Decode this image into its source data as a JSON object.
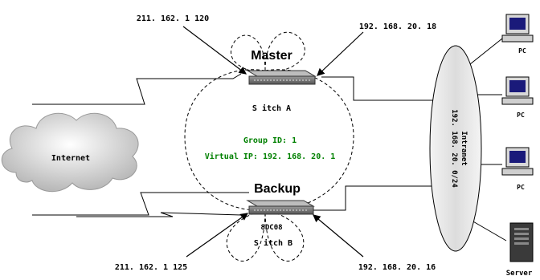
{
  "labels": {
    "master_wan_ip": "211. 162. 1 120",
    "master_lan_ip": "192. 168. 20. 18",
    "master_title": "Master",
    "switch_a": "S itch A",
    "group_id": "Group ID: 1",
    "virtual_ip": "Virtual IP: 192. 168. 20. 1",
    "backup_title": "Backup",
    "backup_device": "8DC08",
    "switch_b": "S itch B",
    "backup_wan_ip": "211. 162. 1 125",
    "backup_lan_ip": "192. 168. 20. 16",
    "internet": "Internet",
    "intranet_name": "Intranet",
    "intranet_subnet": "192. 168. 20. 0/24",
    "pc1": "PC",
    "pc2": "PC",
    "pc3": "PC",
    "server": "Server"
  },
  "colors": {
    "line": "#000000",
    "group_text": "#008000",
    "background": "#ffffff",
    "cloud": "#d0d0d0",
    "ellipse_fill": "#e6e6e6"
  },
  "icons": {
    "switch": "network-switch-icon",
    "pc": "desktop-computer-icon",
    "server": "server-tower-icon",
    "cloud": "internet-cloud-icon"
  }
}
